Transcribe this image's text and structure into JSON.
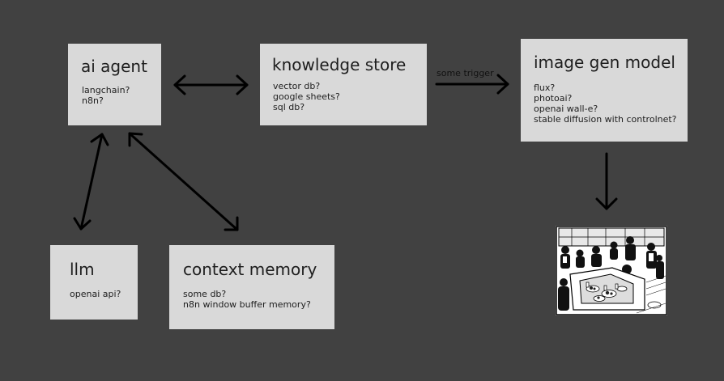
{
  "nodes": {
    "ai_agent": {
      "title": "ai agent",
      "lines": [
        "langchain?",
        "n8n?"
      ]
    },
    "knowledge_store": {
      "title": "knowledge store",
      "lines": [
        "vector db?",
        "google sheets?",
        "sql db?"
      ]
    },
    "image_gen_model": {
      "title": "image gen model",
      "lines": [
        "flux?",
        "photoai?",
        "openai wall-e?",
        "stable diffusion with controlnet?"
      ]
    },
    "llm": {
      "title": "llm",
      "lines": [
        "openai api?"
      ]
    },
    "context_memory": {
      "title": "context memory",
      "lines": [
        "some db?",
        "n8n window buffer memory?"
      ]
    }
  },
  "edges": {
    "knowledge_to_image": {
      "label": "some trigger"
    }
  },
  "colors": {
    "background": "#414141",
    "box": "#d9d9d9",
    "text": "#1e1e1e",
    "arrow": "#000000"
  },
  "image": {
    "icon": "comic-panel-restaurant-scene"
  }
}
